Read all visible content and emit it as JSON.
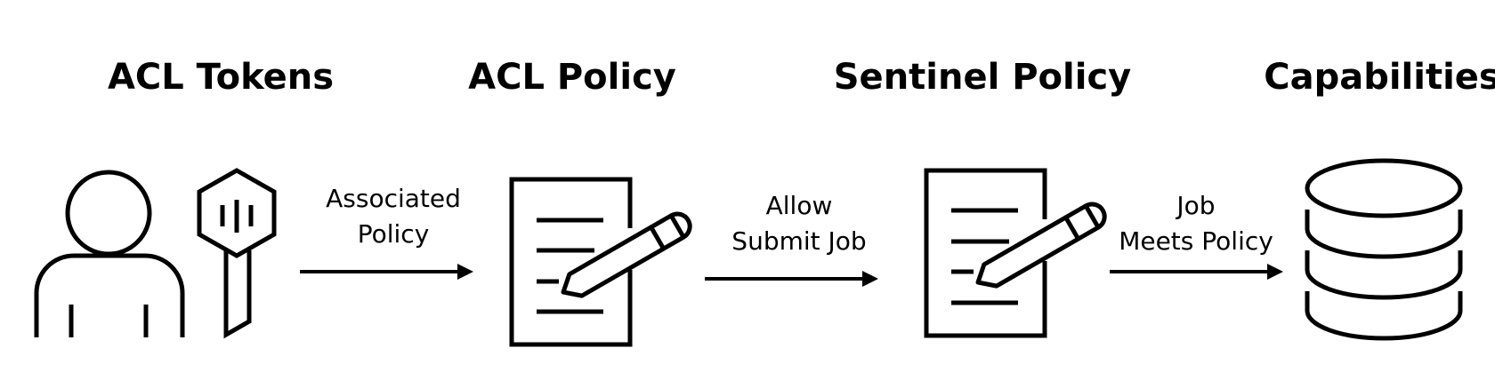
{
  "headings": {
    "tokens": "ACL Tokens",
    "acl_policy": "ACL Policy",
    "sentinel_policy": "Sentinel Policy",
    "capabilities": "Capabilities"
  },
  "edges": {
    "first": {
      "line1": "Associated",
      "line2": "Policy"
    },
    "second": {
      "line1": "Allow",
      "line2": "Submit Job"
    },
    "third": {
      "line1": "Job",
      "line2": "Meets Policy"
    }
  },
  "colors": {
    "stroke": "#000000",
    "background": "#ffffff"
  },
  "icons": [
    "user-icon",
    "token-key-icon",
    "policy-document-icon",
    "policy-document-icon",
    "database-icon"
  ]
}
